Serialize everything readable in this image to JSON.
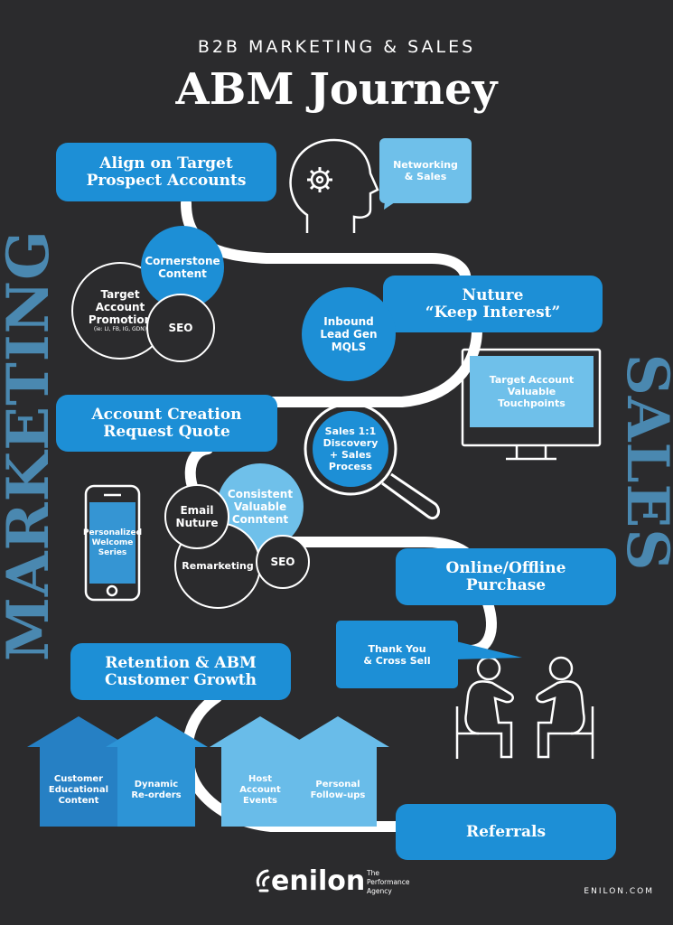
{
  "header": {
    "kicker": "B2B MARKETING & SALES",
    "title": "ABM Journey"
  },
  "side_labels": {
    "left": "MARKETING",
    "right": "SALES"
  },
  "stages": [
    "Align on Target\nProspect Accounts",
    "Nuture\n“Keep Interest”",
    "Account Creation\nRequest Quote",
    "Online/Offline\nPurchase",
    "Retention & ABM\nCustomer Growth",
    "Referrals"
  ],
  "bubbles": {
    "networking": "Networking\n& Sales",
    "cornerstone": "Cornerstone\nContent",
    "target_promo": "Target\nAccount\nPromotion",
    "target_promo_note": "(ie: LI, FB, IG, GDN)",
    "seo1": "SEO",
    "inbound": "Inbound\nLead Gen\nMQLS",
    "touchpoints": "Target Account\nValuable\nTouchpoints",
    "sales_discovery": "Sales 1:1\nDiscovery\n+ Sales\nProcess",
    "welcome": "Personalized\nWelcome\nSeries",
    "email": "Email\nNuture",
    "consistent": "Consistent\nValuable\nConntent",
    "remarketing": "Remarketing",
    "seo2": "SEO",
    "thankyou": "Thank You\n& Cross Sell"
  },
  "arrows": [
    "Customer\nEducational\nContent",
    "Dynamic\nRe-orders",
    "Host\nAccount\nEvents",
    "Personal\nFollow-ups"
  ],
  "footer": {
    "brand": "enilon",
    "tagline": "The\nPerformance\nAgency",
    "site": "ENILON.COM"
  },
  "colors": {
    "background": "#2b2b2d",
    "blue": "#1d8fd6",
    "light_blue": "#6fc0ea",
    "accent_text": "#4a88b0"
  }
}
